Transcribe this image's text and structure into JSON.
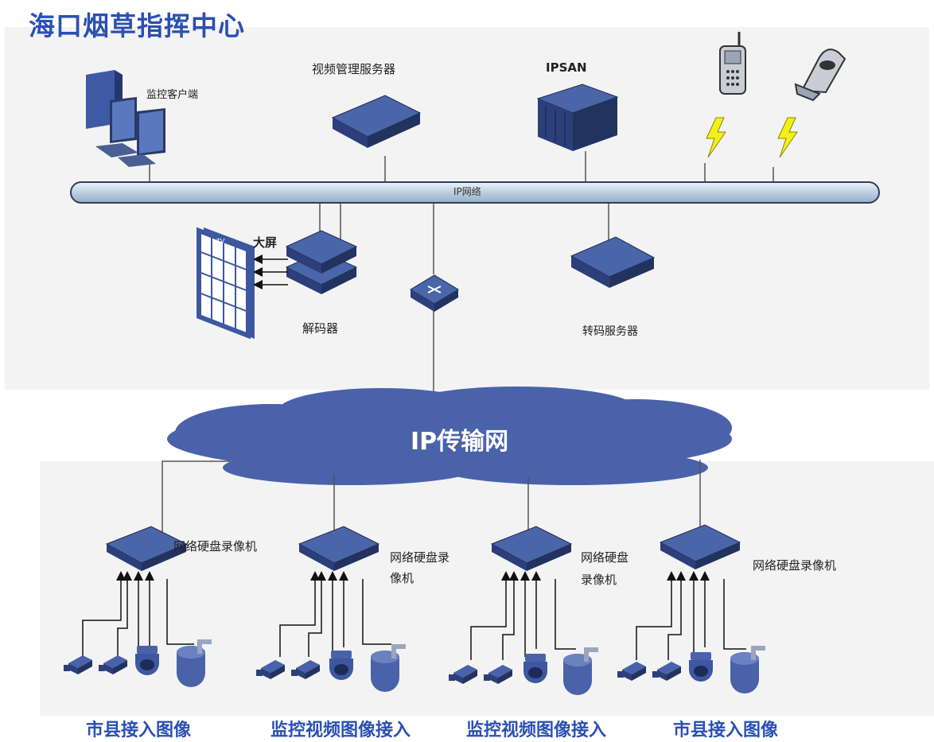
{
  "title": "海口烟草指挥中心",
  "network": {
    "bus_label": "IP网络",
    "cloud_label": "IP传输网"
  },
  "center_devices": {
    "monitor_client": "监控客户端",
    "video_server": "视频管理服务器",
    "ipsan": "IPSAN",
    "big_screen": "大屏",
    "decoder": "解码器",
    "transcoder": "转码服务器"
  },
  "nvr_labels": {
    "nvr1": "网络硬盘录像机",
    "nvr2_line1": "网络硬盘录",
    "nvr2_line2": "像机",
    "nvr3_line1": "网络硬盘",
    "nvr3_line2": "录像机",
    "nvr4": "网络硬盘录像机"
  },
  "bottom_labels": {
    "group1": "市县接入图像",
    "group2": "监控视频图像接入",
    "group3": "监控视频图像接入",
    "group4": "市县接入图像"
  },
  "colors": {
    "title": "#2a50b4",
    "device_top": "#4a66a8",
    "device_side": "#2c3f7a",
    "cloud": "#4a62aa",
    "bolt": "#f3ef1a"
  },
  "icons": [
    "pc-icon",
    "server-icon",
    "storage-icon",
    "phone-icon",
    "flip-phone-icon",
    "tv-wall-icon",
    "switch-icon",
    "camera-icon",
    "dome-camera-icon",
    "lightning-icon"
  ]
}
